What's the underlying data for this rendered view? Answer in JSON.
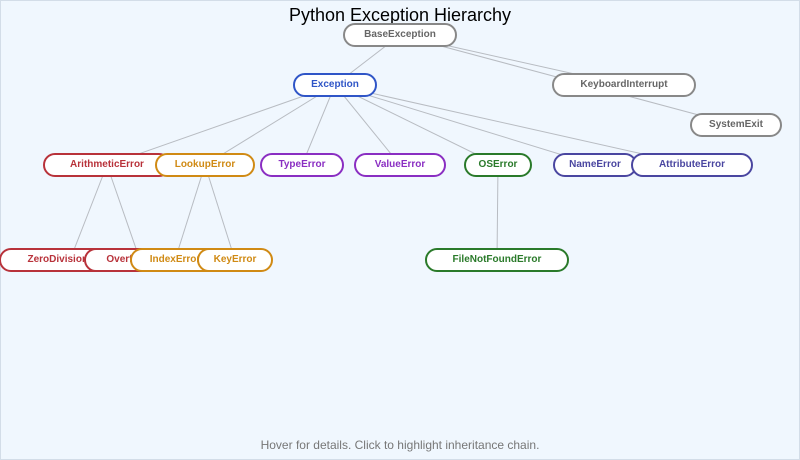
{
  "title": "Python Exception Hierarchy",
  "footer": "Hover for details. Click to highlight inheritance chain.",
  "colors": {
    "gray": "#888888",
    "gray_text": "#666666",
    "blue": "#2f55c7",
    "red": "#b8323a",
    "orange": "#d08a14",
    "purple": "#8a2ec2",
    "green": "#2a7a2a",
    "indigo": "#4a46a0",
    "edge": "#b8bcc2"
  },
  "nodes": [
    {
      "id": "BaseException",
      "label": "BaseException",
      "color": "gray"
    },
    {
      "id": "Exception",
      "label": "Exception",
      "color": "blue"
    },
    {
      "id": "KeyboardInterrupt",
      "label": "KeyboardInterrupt",
      "color": "gray"
    },
    {
      "id": "SystemExit",
      "label": "SystemExit",
      "color": "gray"
    },
    {
      "id": "ArithmeticError",
      "label": "ArithmeticError",
      "color": "red"
    },
    {
      "id": "LookupError",
      "label": "LookupError",
      "color": "orange"
    },
    {
      "id": "TypeError",
      "label": "TypeError",
      "color": "purple"
    },
    {
      "id": "ValueError",
      "label": "ValueError",
      "color": "purple"
    },
    {
      "id": "OSError",
      "label": "OSError",
      "color": "green"
    },
    {
      "id": "NameError",
      "label": "NameError",
      "color": "indigo"
    },
    {
      "id": "AttributeError",
      "label": "AttributeError",
      "color": "indigo"
    },
    {
      "id": "ZeroDivisionError",
      "label": "ZeroDivisionError",
      "color": "red"
    },
    {
      "id": "OverflowError",
      "label": "OverflowError",
      "color": "red"
    },
    {
      "id": "IndexError",
      "label": "IndexError",
      "color": "orange"
    },
    {
      "id": "KeyError",
      "label": "KeyError",
      "color": "orange"
    },
    {
      "id": "FileNotFoundError",
      "label": "FileNotFoundError",
      "color": "green"
    }
  ],
  "edges": [
    [
      "BaseException",
      "Exception"
    ],
    [
      "BaseException",
      "KeyboardInterrupt"
    ],
    [
      "BaseException",
      "SystemExit"
    ],
    [
      "Exception",
      "ArithmeticError"
    ],
    [
      "Exception",
      "LookupError"
    ],
    [
      "Exception",
      "TypeError"
    ],
    [
      "Exception",
      "ValueError"
    ],
    [
      "Exception",
      "OSError"
    ],
    [
      "Exception",
      "NameError"
    ],
    [
      "Exception",
      "AttributeError"
    ],
    [
      "ArithmeticError",
      "ZeroDivisionError"
    ],
    [
      "ArithmeticError",
      "OverflowError"
    ],
    [
      "LookupError",
      "IndexError"
    ],
    [
      "LookupError",
      "KeyError"
    ],
    [
      "OSError",
      "FileNotFoundError"
    ]
  ]
}
